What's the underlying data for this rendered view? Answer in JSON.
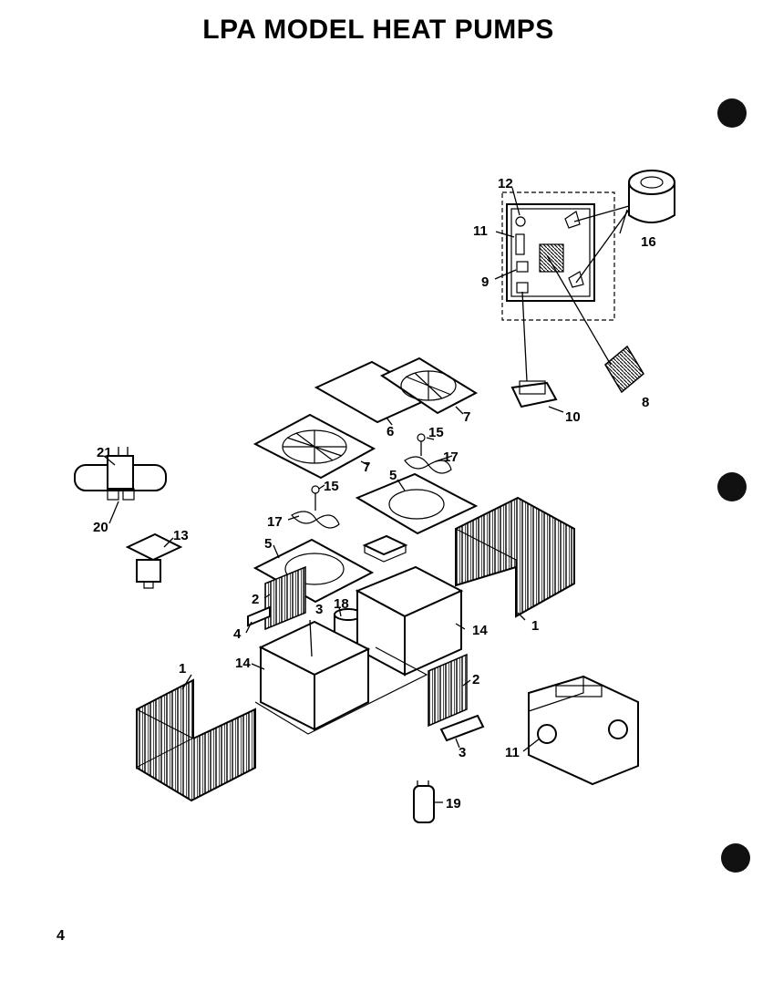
{
  "title": "LPA MODEL HEAT PUMPS",
  "page_number": "4",
  "callouts": {
    "c1a": "1",
    "c1b": "1",
    "c2a": "2",
    "c2b": "2",
    "c3a": "3",
    "c3b": "3",
    "c4": "4",
    "c5a": "5",
    "c5b": "5",
    "c6": "6",
    "c7a": "7",
    "c7b": "7",
    "c8": "8",
    "c9": "9",
    "c10": "10",
    "c11a": "11",
    "c11b": "11",
    "c12": "12",
    "c13": "13",
    "c14a": "14",
    "c14b": "14",
    "c15a": "15",
    "c15b": "15",
    "c16": "16",
    "c17a": "17",
    "c17b": "17",
    "c18": "18",
    "c19": "19",
    "c20": "20",
    "c21": "21"
  }
}
